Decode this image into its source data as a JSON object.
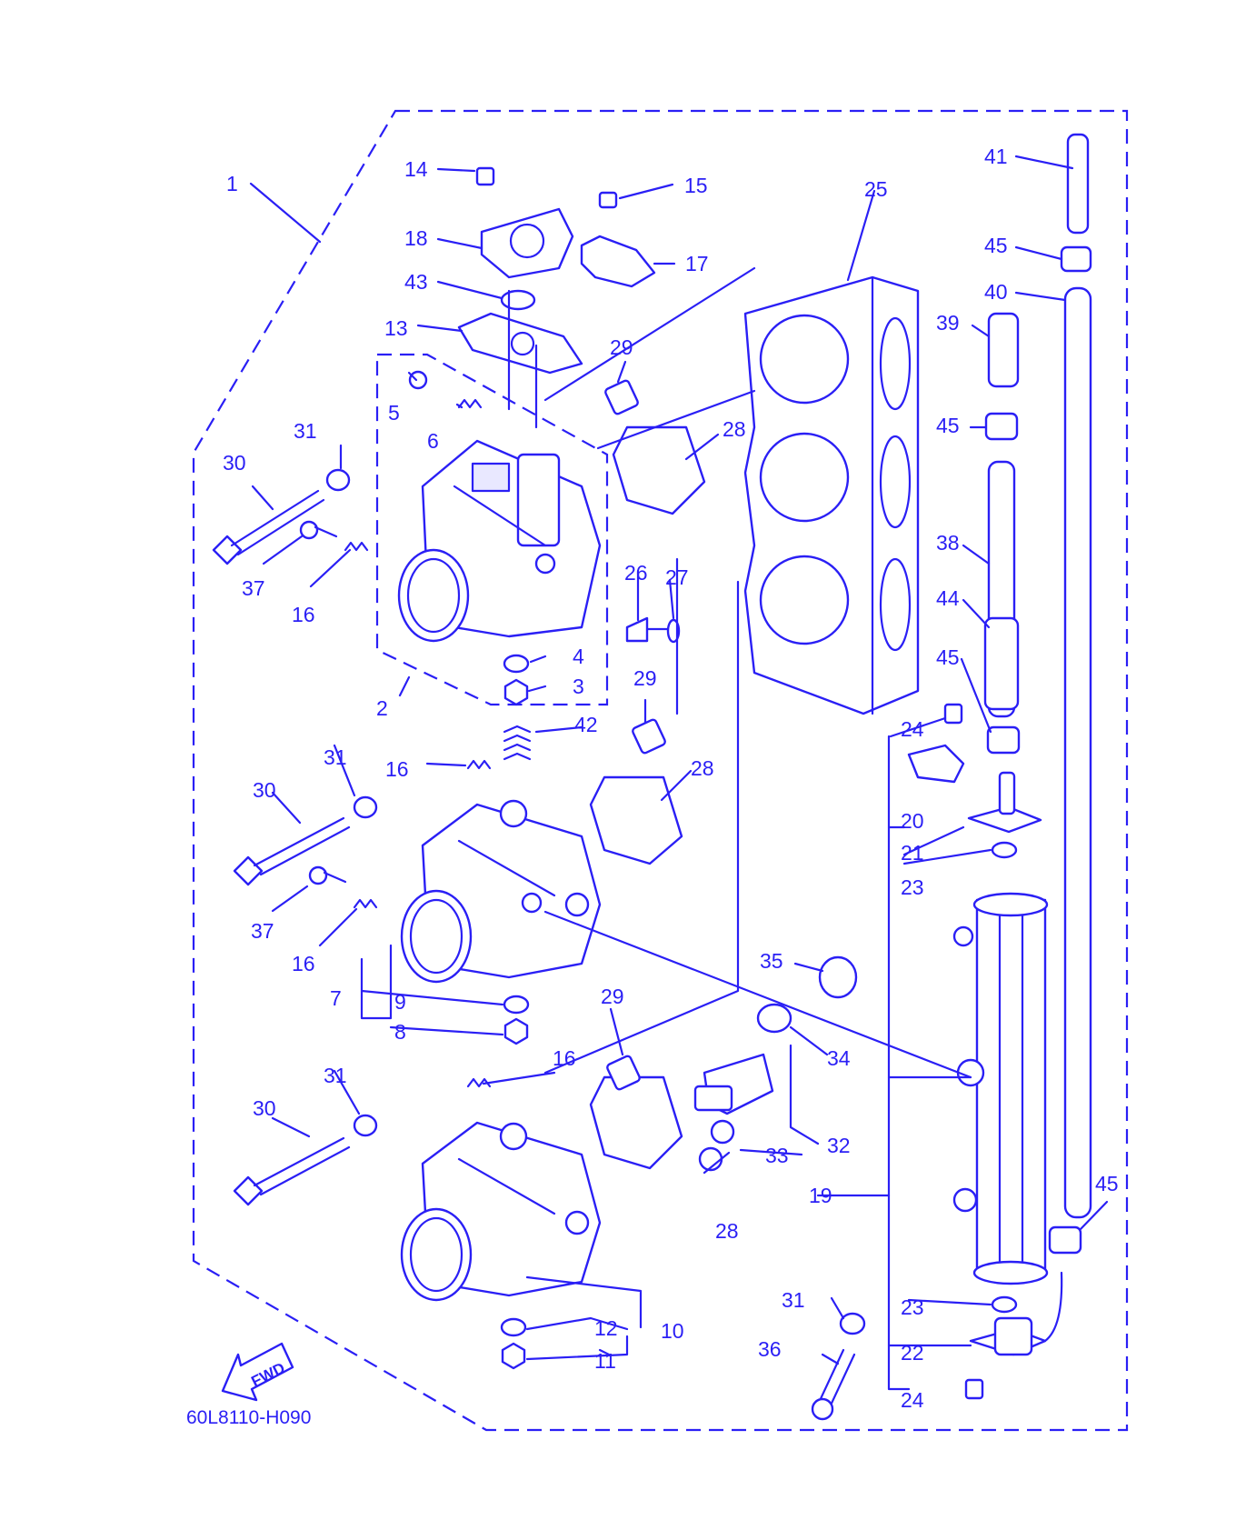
{
  "diagram": {
    "drawing_code": "60L8110-H090",
    "direction_label": "FWD",
    "callouts": [
      "1",
      "2",
      "3",
      "4",
      "5",
      "6",
      "7",
      "8",
      "9",
      "10",
      "11",
      "12",
      "13",
      "14",
      "15",
      "16",
      "16",
      "16",
      "16",
      "17",
      "18",
      "19",
      "20",
      "21",
      "22",
      "23",
      "23",
      "24",
      "24",
      "25",
      "26",
      "27",
      "28",
      "28",
      "28",
      "29",
      "29",
      "29",
      "30",
      "30",
      "30",
      "31",
      "31",
      "31",
      "31",
      "32",
      "33",
      "34",
      "35",
      "36",
      "37",
      "37",
      "38",
      "39",
      "40",
      "41",
      "42",
      "43",
      "44",
      "45",
      "45",
      "45",
      "45"
    ]
  },
  "colors": {
    "line": "#2a1ff5",
    "background": "#ffffff"
  }
}
